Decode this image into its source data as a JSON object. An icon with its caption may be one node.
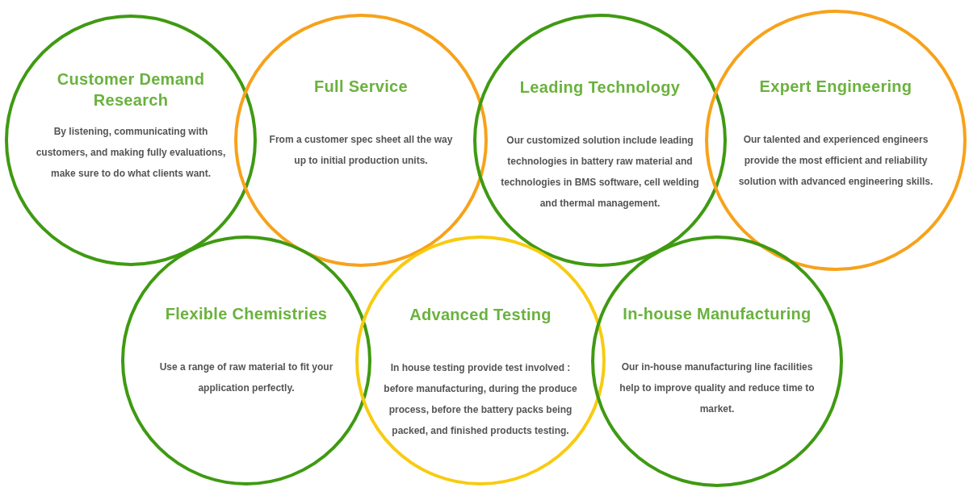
{
  "diagram": {
    "nodes": [
      {
        "text": [
          "Customer Demand Research",
          "By listening, communicating with customers, and making fully evaluations, make sure to do what clients want."
        ]
      },
      {
        "text": [
          "Full Service",
          "From a customer spec sheet all the way up to initial production units."
        ]
      },
      {
        "text": [
          "Leading Technology",
          "Our customized solution include leading technologies in battery raw material and technologies in BMS software, cell welding and thermal management."
        ]
      },
      {
        "text": [
          "Expert Engineering",
          "Our talented and experienced engineers provide the most efficient and reliability solution with advanced engineering skills."
        ]
      },
      {
        "text": [
          "Flexible Chemistries",
          "Use a range of raw material to fit your application perfectly."
        ]
      },
      {
        "text": [
          "Advanced Testing",
          "In house testing provide test involved : before manufacturing, during the produce process, before the battery packs being packed, and finished products testing."
        ]
      },
      {
        "text": [
          "In-house Manufacturing",
          "Our in-house manufacturing line facilities help to improve quality and reduce time to market."
        ]
      }
    ]
  }
}
